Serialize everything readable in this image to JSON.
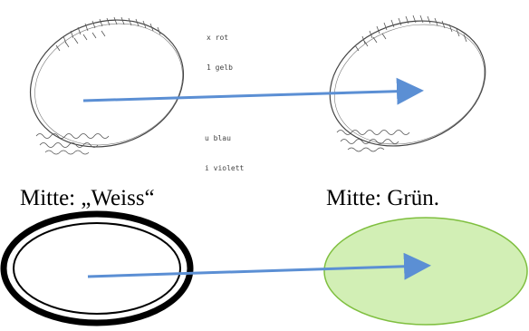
{
  "captions": {
    "left": "Mitte: „Weiss“",
    "right": "Mitte: Grün."
  },
  "legend_top": [
    "x rot",
    "1 gelb"
  ],
  "legend_bottom": [
    "u blau",
    "i violett"
  ],
  "colors": {
    "arrow": "#5b8fd4",
    "green_fill": "#d2efb5",
    "green_stroke": "#7fbf3f",
    "ring": "#000000",
    "sketch": "#444444"
  }
}
